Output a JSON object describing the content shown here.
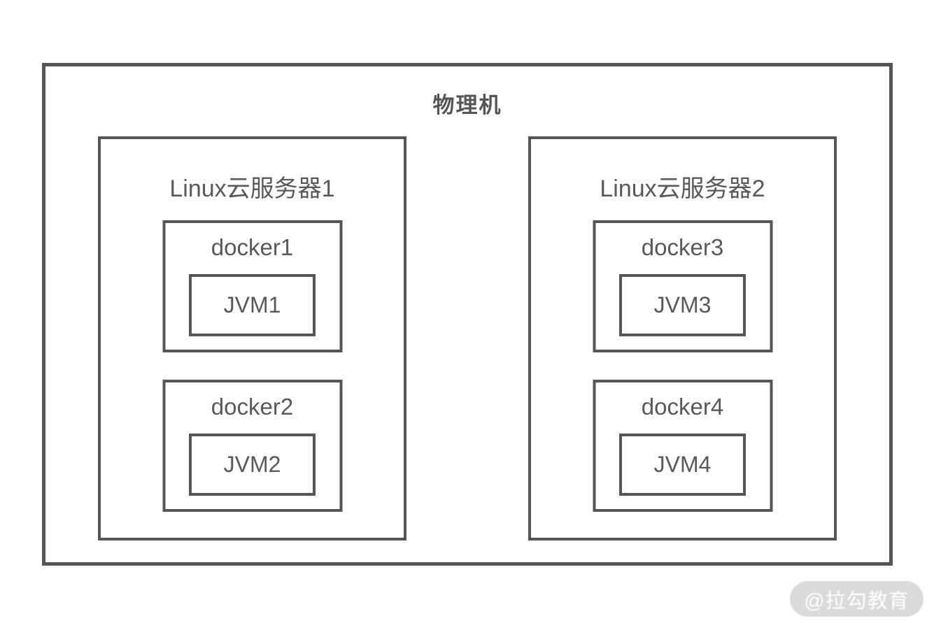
{
  "diagram": {
    "title": "物理机",
    "servers": [
      {
        "label": "Linux云服务器1",
        "dockers": [
          {
            "label": "docker1",
            "jvm": "JVM1"
          },
          {
            "label": "docker2",
            "jvm": "JVM2"
          }
        ]
      },
      {
        "label": "Linux云服务器2",
        "dockers": [
          {
            "label": "docker3",
            "jvm": "JVM3"
          },
          {
            "label": "docker4",
            "jvm": "JVM4"
          }
        ]
      }
    ]
  },
  "watermark": {
    "label": "@拉勾教育"
  },
  "colors": {
    "border": "#555557",
    "text": "#58595b",
    "watermark_background": "#dadada",
    "watermark_text": "#ffffff",
    "background": "#ffffff"
  }
}
